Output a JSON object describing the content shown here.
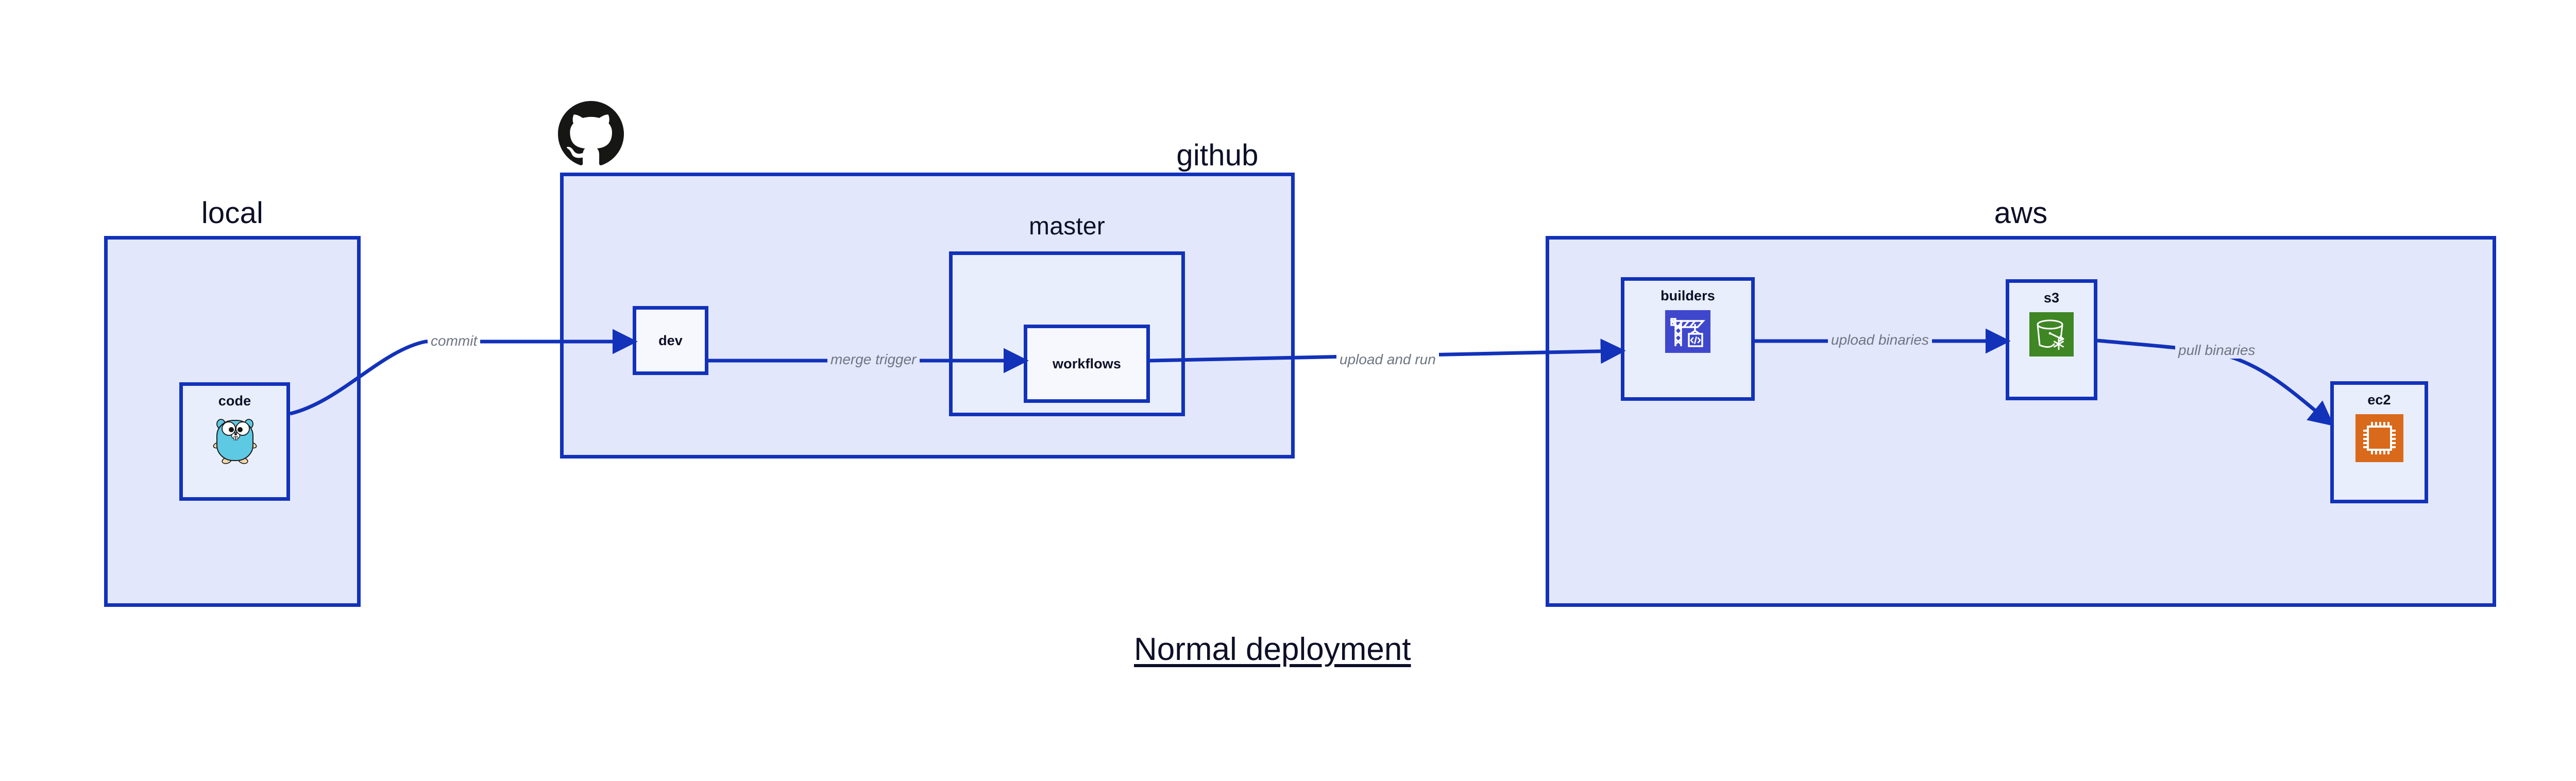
{
  "diagram": {
    "caption": "Normal deployment",
    "accent_border": "#1232ba",
    "group_fill": "#e2e7fb",
    "node_fill": "#e9eefc",
    "label_color": "#6e7582",
    "text_color": "#0d1026"
  },
  "groups": [
    {
      "id": "local",
      "label": "local"
    },
    {
      "id": "github",
      "label": "github"
    },
    {
      "id": "aws",
      "label": "aws"
    }
  ],
  "subgroups": [
    {
      "id": "master",
      "label": "master",
      "parent": "github"
    }
  ],
  "nodes": [
    {
      "id": "code",
      "label": "code",
      "parent": "local",
      "icon": "go-gopher-icon"
    },
    {
      "id": "dev",
      "label": "dev",
      "parent": "github",
      "icon": "none"
    },
    {
      "id": "workflows",
      "label": "workflows",
      "parent": "master",
      "icon": "none"
    },
    {
      "id": "builders",
      "label": "builders",
      "parent": "aws",
      "icon": "aws-codebuild-icon"
    },
    {
      "id": "s3",
      "label": "s3",
      "parent": "aws",
      "icon": "aws-s3-glacier-icon"
    },
    {
      "id": "ec2",
      "label": "ec2",
      "parent": "aws",
      "icon": "aws-ec2-icon"
    }
  ],
  "edges": [
    {
      "id": "code-to-dev",
      "label": "commit",
      "from": "code",
      "to": "dev"
    },
    {
      "id": "dev-to-workflows",
      "label": "merge trigger",
      "from": "dev",
      "to": "workflows"
    },
    {
      "id": "workflows-to-builders",
      "label": "upload and run",
      "from": "workflows",
      "to": "builders"
    },
    {
      "id": "builders-to-s3",
      "label": "upload binaries",
      "from": "builders",
      "to": "s3"
    },
    {
      "id": "s3-to-ec2",
      "label": "pull binaries",
      "from": "s3",
      "to": "ec2"
    }
  ],
  "brand_marks": [
    {
      "id": "github-octocat",
      "name": "github-logo-icon",
      "color": "#161614"
    }
  ],
  "icon_colors": {
    "aws_codebuild": "#3f48cc",
    "aws_s3_glacier": "#3f8624",
    "aws_ec2": "#d9691b",
    "go_gopher": "#5dc9e2"
  }
}
